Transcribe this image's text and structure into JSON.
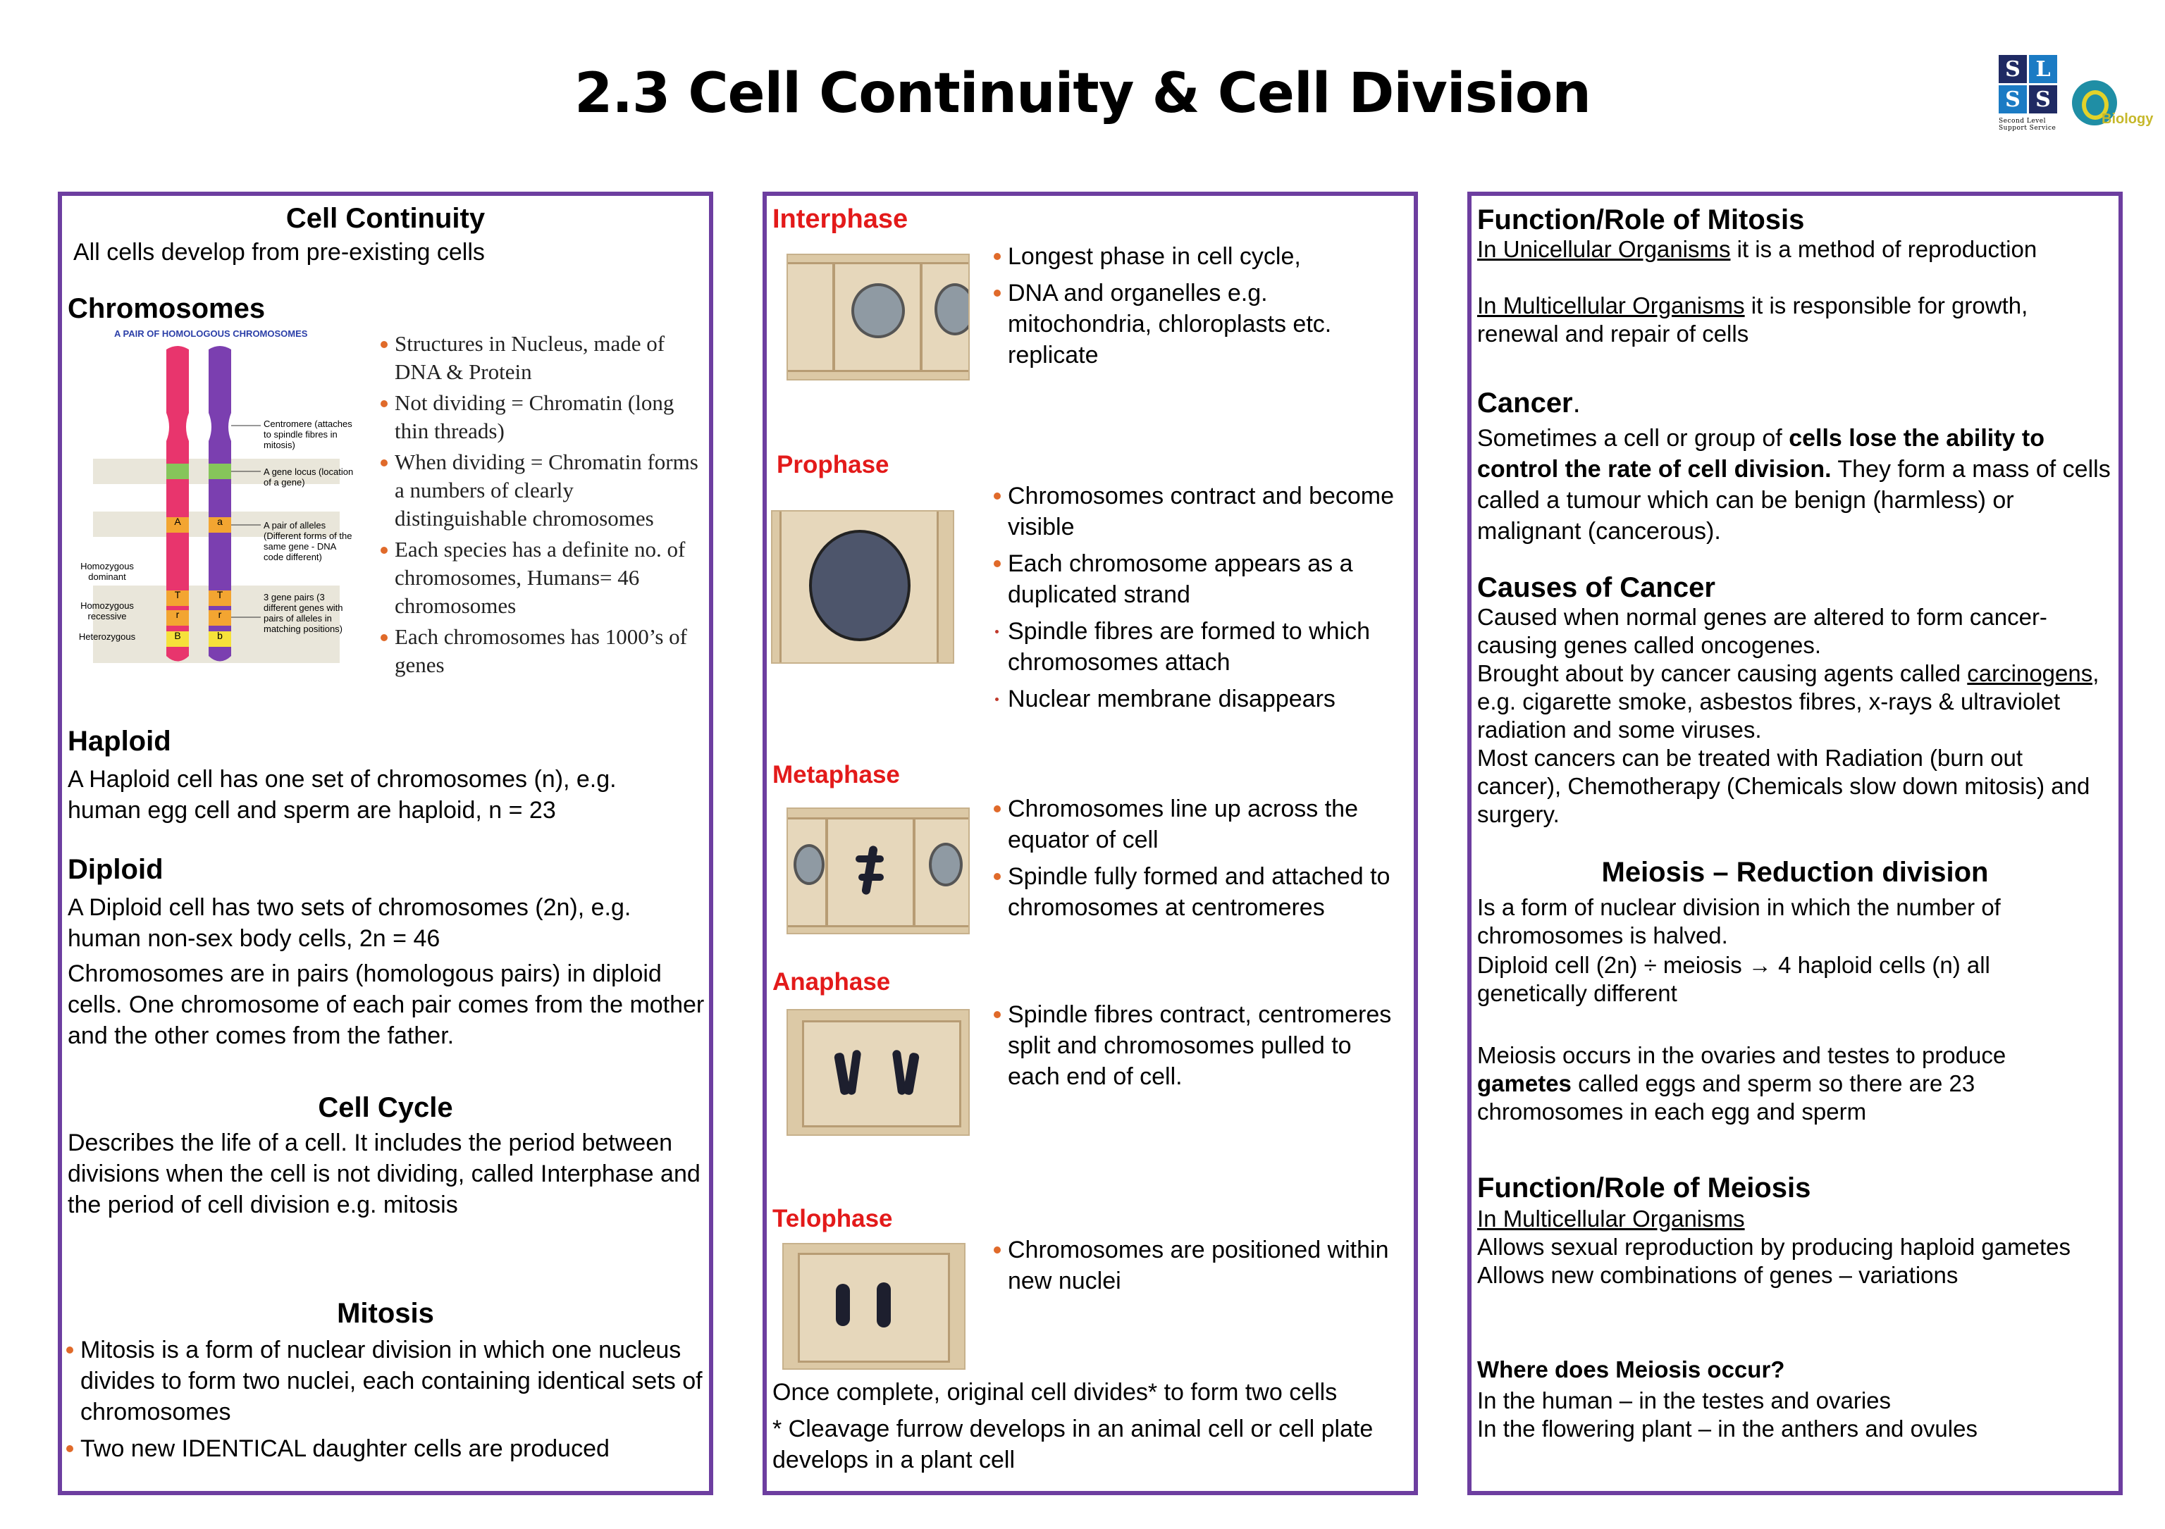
{
  "title": "2.3 Cell Continuity & Cell Division",
  "logos": {
    "slss_letters": [
      "S",
      "L",
      "S",
      "S"
    ],
    "slss_caption": "Second Level Support Service",
    "bio_word": "Biology"
  },
  "col1": {
    "cell_continuity": {
      "heading": "Cell Continuity",
      "text": "All cells develop from pre-existing cells"
    },
    "chromosomes": {
      "heading": "Chromosomes",
      "diagram": {
        "title": "A PAIR OF HOMOLOGOUS CHROMOSOMES",
        "labels": [
          "Centromere (attaches to spindle fibres in mitosis)",
          "A gene locus (location of a gene)",
          "A pair of alleles (Different forms of the same gene - DNA code different)",
          "3 gene pairs (3 different genes with pairs of alleles in matching positions)"
        ],
        "left_labels": [
          "Homozygous dominant",
          "Homozygous recessive",
          "Heterozygous"
        ],
        "alleles_left": [
          "A",
          "T",
          "r",
          "B"
        ],
        "alleles_right": [
          "a",
          "T",
          "r",
          "b"
        ]
      },
      "bullets": [
        "Structures in Nucleus, made of DNA & Protein",
        "Not dividing = Chromatin (long thin threads)",
        "When dividing = Chromatin forms a numbers of clearly distinguishable chromosomes",
        "Each species has a definite no. of chromosomes, Humans= 46 chromosomes",
        "Each chromosomes has 1000’s of genes"
      ]
    },
    "haploid": {
      "heading": "Haploid",
      "text": "A Haploid cell has one set of chromosomes (n), e.g. human egg cell and sperm are haploid, n = 23"
    },
    "diploid": {
      "heading": "Diploid",
      "text1": "A Diploid cell has two sets of chromosomes (2n), e.g. human non-sex body cells, 2n = 46",
      "text2": "Chromosomes are in pairs (homologous pairs) in diploid cells. One chromosome of each pair comes from the mother and the other comes from the father."
    },
    "cell_cycle": {
      "heading": "Cell Cycle",
      "text": "Describes the life of a cell. It includes the period between divisions when the cell is not dividing, called Interphase and the period of cell division e.g. mitosis"
    },
    "mitosis": {
      "heading": "Mitosis",
      "bullets": [
        "Mitosis is a form of nuclear division in which one nucleus divides to form two nuclei, each containing identical sets of chromosomes",
        "Two new IDENTICAL daughter cells are produced"
      ]
    }
  },
  "col2": {
    "interphase": {
      "heading": "Interphase",
      "bullets": [
        "Longest phase in cell cycle,",
        "DNA  and organelles e.g. mitochondria, chloroplasts etc. replicate"
      ]
    },
    "prophase": {
      "heading": "Prophase",
      "bullets": [
        "Chromosomes contract and become visible",
        "Each chromosome appears as a duplicated strand",
        "Spindle fibres are formed to which chromosomes attach",
        "Nuclear membrane disappears"
      ]
    },
    "metaphase": {
      "heading": "Metaphase",
      "bullets": [
        "Chromosomes line up across the equator of cell",
        "Spindle fully formed  and attached to chromosomes at centromeres"
      ]
    },
    "anaphase": {
      "heading": "Anaphase",
      "bullets": [
        " Spindle fibres contract, centromeres split and chromosomes pulled to each end of cell."
      ]
    },
    "telophase": {
      "heading": "Telophase",
      "bullets": [
        "Chromosomes are positioned within new nuclei"
      ]
    },
    "complete": "Once complete, original cell divides* to form two cells",
    "footnote": "* Cleavage furrow develops in an animal cell or cell plate develops in a plant cell"
  },
  "col3": {
    "function_mitosis": {
      "heading": "Function/Role of Mitosis",
      "uni_link": "In Unicellular Organisms",
      "uni_text": " it is a method of reproduction",
      "multi_link": "In Multicellular Organisms",
      "multi_text": " it is responsible  for growth, renewal and repair of cells"
    },
    "cancer": {
      "heading": "Cancer",
      "heading_suffix": ".",
      "text_a": "Sometimes a cell or group of ",
      "text_bold": "cells lose the ability to control the rate of cell division.",
      "text_b": " They form a mass of cells called a tumour which can be benign (harmless) or malignant (cancerous)."
    },
    "causes": {
      "heading": "Causes of Cancer",
      "line1": "Caused when normal genes are altered to form cancer-causing genes called oncogenes.",
      "line2_a": "Brought about by cancer causing agents called ",
      "line2_link": "carcinogens,",
      "line2_b": " e.g. cigarette smoke, asbestos fibres, x-rays & ultraviolet radiation and some viruses.",
      "line3": "Most cancers can be treated with Radiation (burn out cancer), Chemotherapy (Chemicals slow down mitosis) and surgery."
    },
    "meiosis": {
      "heading": "Meiosis – Reduction division",
      "text1": "Is a form of nuclear division in which the number of chromosomes is halved.",
      "text2": "Diploid cell (2n) ÷ meiosis → 4 haploid cells (n) all genetically different",
      "text3_a": "Meiosis occurs in the ovaries and testes to produce ",
      "text3_bold": "gametes",
      "text3_b": " called eggs and sperm so there are 23 chromosomes in each egg and sperm"
    },
    "function_meiosis": {
      "heading": "Function/Role of Meiosis",
      "link": "In Multicellular Organisms",
      "line1": "Allows sexual reproduction  by producing haploid gametes",
      "line2": "Allows new combinations of genes – variations"
    },
    "where": {
      "heading": "Where does Meiosis occur?",
      "line1": "In the human – in the testes and ovaries",
      "line2": "In the flowering plant – in the anthers and ovules"
    }
  }
}
